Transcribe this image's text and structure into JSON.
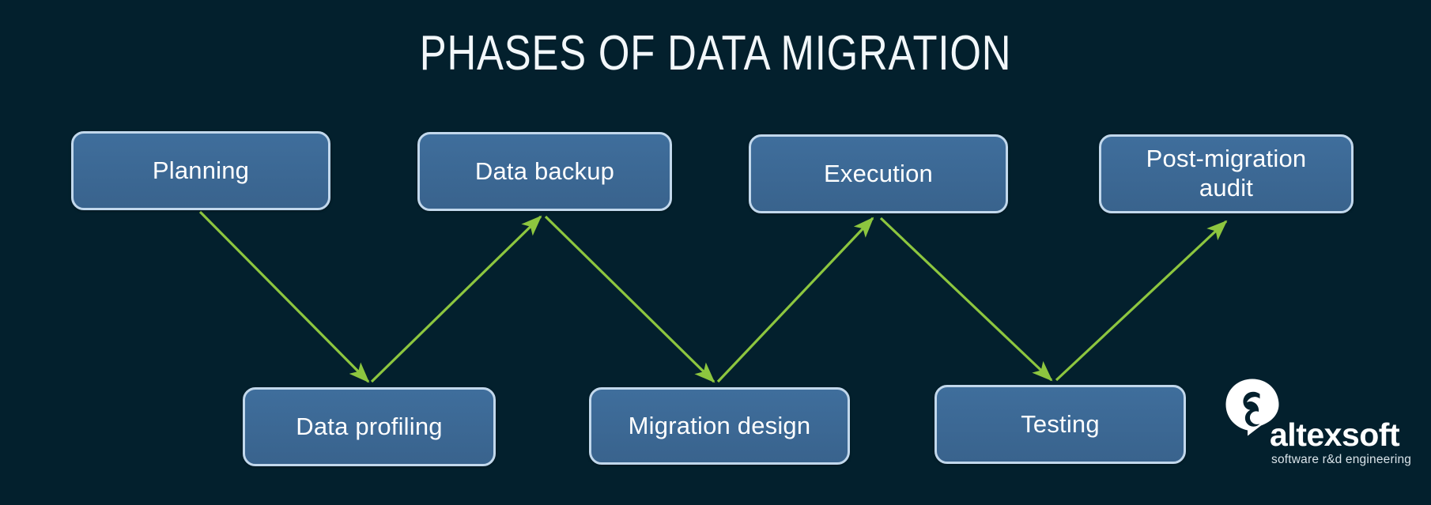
{
  "diagram": {
    "title": "PHASES OF DATA MIGRATION",
    "background_color": "#03202d",
    "box_fill_color": "#3f6e9c",
    "box_border_color": "#c2d8ec",
    "arrow_color": "#8dc63f",
    "text_color": "#ffffff"
  },
  "top_row": [
    {
      "id": "planning",
      "label": "Planning"
    },
    {
      "id": "data-backup",
      "label": "Data backup"
    },
    {
      "id": "execution",
      "label": "Execution"
    },
    {
      "id": "post-migration-audit",
      "label": "Post-migration\naudit"
    }
  ],
  "bottom_row": [
    {
      "id": "data-profiling",
      "label": "Data profiling"
    },
    {
      "id": "migration-design",
      "label": "Migration design"
    },
    {
      "id": "testing",
      "label": "Testing"
    }
  ],
  "flow_sequence": [
    "Planning",
    "Data profiling",
    "Data backup",
    "Migration design",
    "Execution",
    "Testing",
    "Post-migration audit"
  ],
  "arrows": [
    {
      "from": "Planning",
      "to": "Data profiling",
      "direction": "down-right"
    },
    {
      "from": "Data profiling",
      "to": "Data backup",
      "direction": "up-right"
    },
    {
      "from": "Data backup",
      "to": "Migration design",
      "direction": "down-right"
    },
    {
      "from": "Migration design",
      "to": "Execution",
      "direction": "up-right"
    },
    {
      "from": "Execution",
      "to": "Testing",
      "direction": "down-right"
    },
    {
      "from": "Testing",
      "to": "Post-migration audit",
      "direction": "up-right"
    }
  ],
  "logo": {
    "wordmark": "altexsoft",
    "tagline": "software r&d engineering"
  }
}
